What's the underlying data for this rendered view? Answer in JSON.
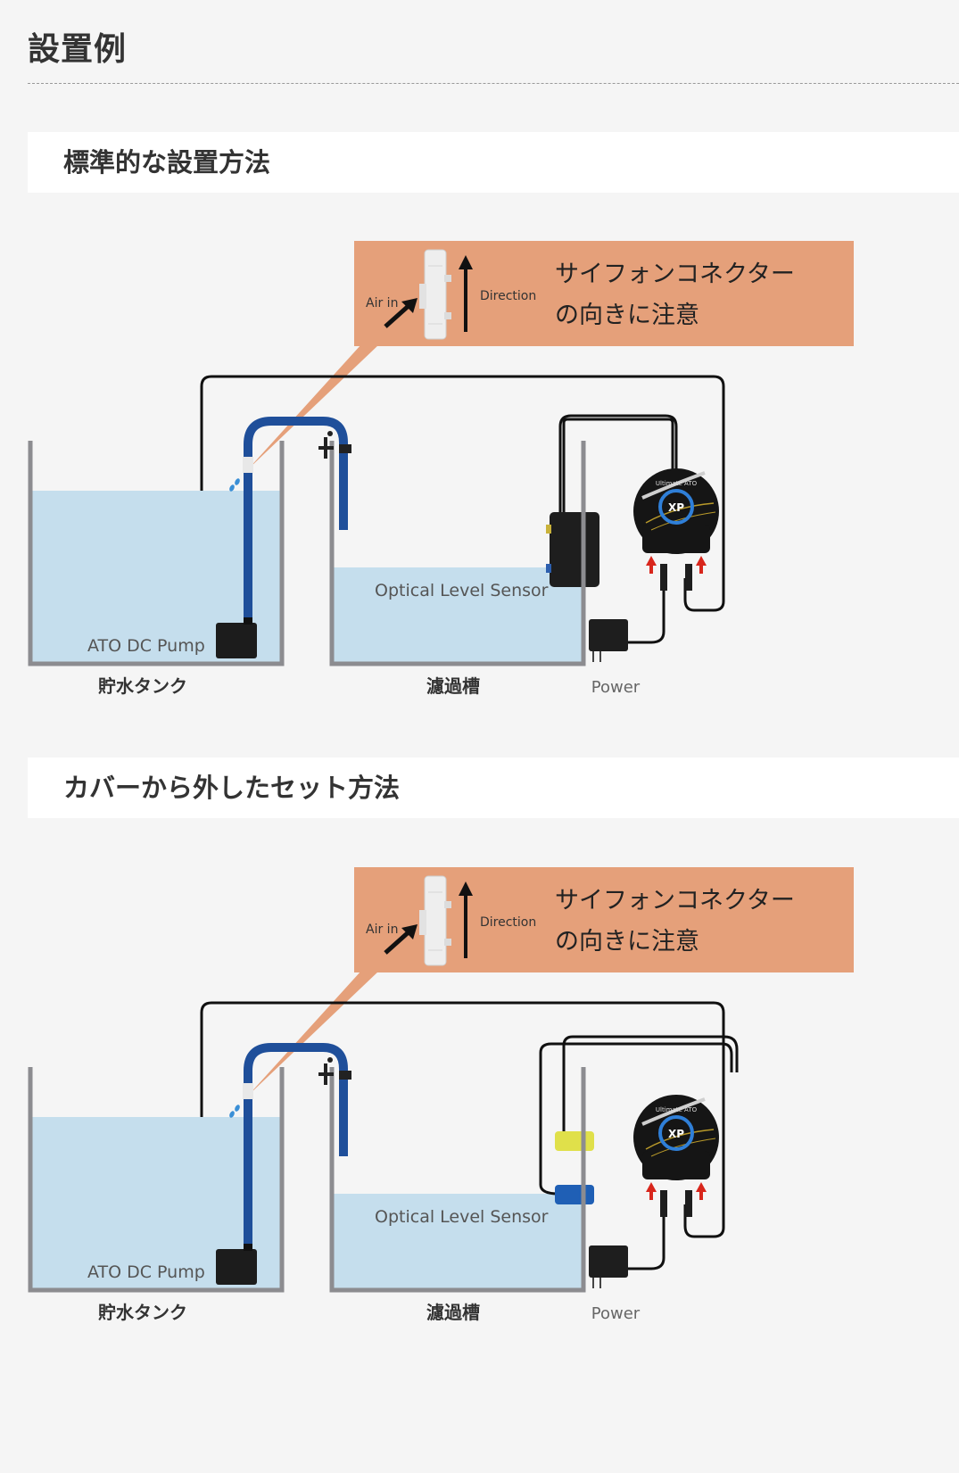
{
  "page": {
    "title": "設置例"
  },
  "sections": [
    {
      "heading": "標準的な設置方法",
      "diagram": {
        "variant": "standard",
        "callout": {
          "air_in_label": "Air in",
          "direction_label": "Direction",
          "note_line1": "サイフォンコネクター",
          "note_line2": "の向きに注意"
        },
        "labels": {
          "pump": "ATO DC Pump",
          "sensor": "Optical Level Sensor",
          "reservoir": "貯水タンク",
          "sump": "濾過槽",
          "power": "Power",
          "controller_brand": "Ultimate ATO",
          "controller_logo": "XP"
        }
      }
    },
    {
      "heading": "カバーから外したセット方法",
      "diagram": {
        "variant": "uncovered",
        "callout": {
          "air_in_label": "Air in",
          "direction_label": "Direction",
          "note_line1": "サイフォンコネクター",
          "note_line2": "の向きに注意"
        },
        "labels": {
          "pump": "ATO DC Pump",
          "sensor": "Optical Level Sensor",
          "reservoir": "貯水タンク",
          "sump": "濾過槽",
          "power": "Power",
          "controller_brand": "Ultimate ATO",
          "controller_logo": "XP"
        }
      }
    }
  ],
  "colors": {
    "callout_bg": "#e5a07a",
    "water": "#c5deed",
    "tank_wall": "#8c8c90",
    "hose": "#1f4f9a",
    "cable": "#111111",
    "arrow_red": "#d8261c",
    "sensor_yellow": "#e0e04a",
    "sensor_blue": "#1f5fb5"
  }
}
